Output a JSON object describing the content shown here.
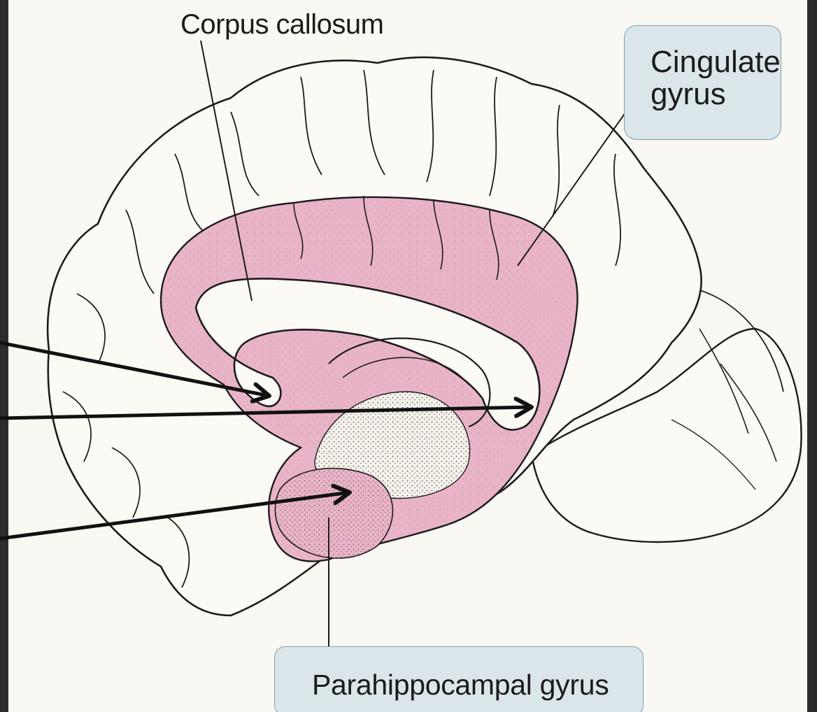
{
  "labels": {
    "corpus_callosum": "Corpus callosum",
    "cingulate_gyrus": "Cingulate\ngyrus",
    "parahippocampal_gyrus": "Parahippocampal gyrus"
  },
  "colors": {
    "frame": "#2b2b2b",
    "paper": "#f9f8f3",
    "limbic_highlight": "#e9b3c8",
    "label_box_fill": "#dbe6ea",
    "label_box_border": "#7aa0ad",
    "ink": "#1c1c1c"
  },
  "arrows": {
    "count": 3
  }
}
